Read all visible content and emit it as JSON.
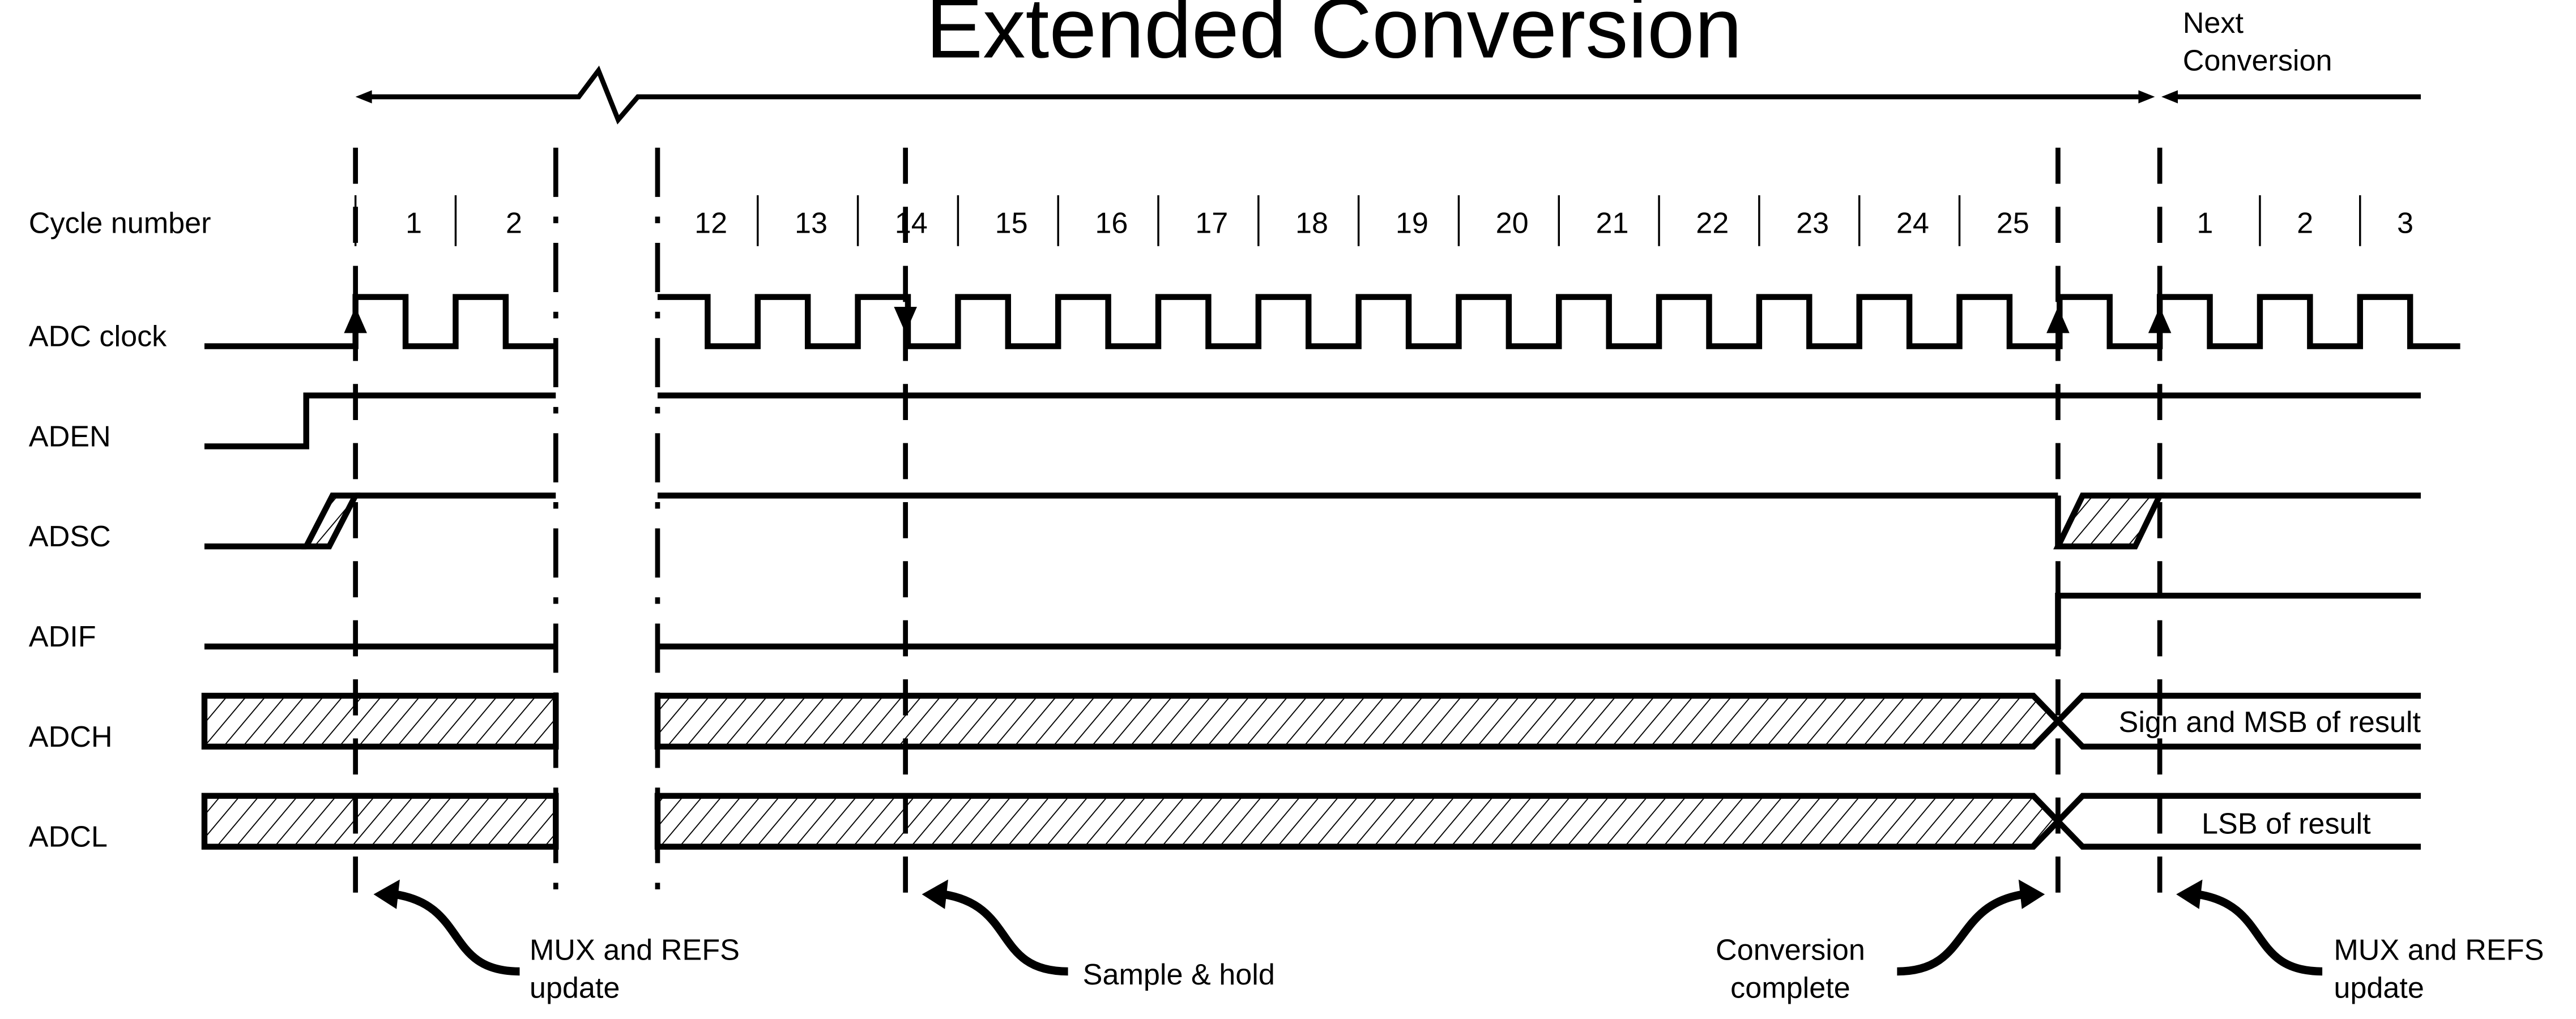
{
  "title": "Extended Conversion",
  "next_title_line1": "Next",
  "next_title_line2": "Conversion",
  "cycle_label": "Cycle number",
  "cycles_first": [
    "1",
    "2"
  ],
  "cycles_main": [
    "12",
    "13",
    "14",
    "15",
    "16",
    "17",
    "18",
    "19",
    "20",
    "21",
    "22",
    "23",
    "24",
    "25"
  ],
  "cycles_next": [
    "1",
    "2",
    "3"
  ],
  "signals": {
    "adc_clock": "ADC clock",
    "aden": "ADEN",
    "adsc": "ADSC",
    "adif": "ADIF",
    "adch": "ADCH",
    "adcl": "ADCL"
  },
  "adch_value": "Sign and MSB of result",
  "adcl_value": "LSB of result",
  "annotations": {
    "mux1_line1": "MUX and REFS",
    "mux1_line2": "update",
    "sample": "Sample & hold",
    "conv_line1": "Conversion",
    "conv_line2": "complete",
    "mux2_line1": "MUX and REFS",
    "mux2_line2": "update"
  }
}
